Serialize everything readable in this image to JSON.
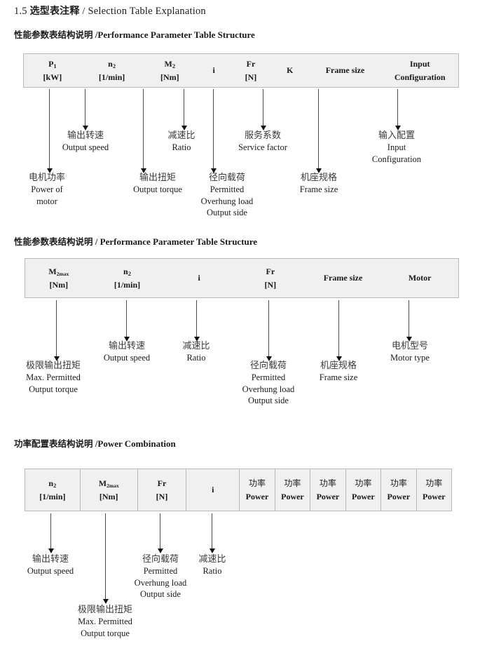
{
  "document": {
    "title_number": "1.5",
    "title_cn": "选型表注释",
    "title_sep": "/",
    "title_en": "Selection Table Explanation"
  },
  "sections": [
    {
      "heading_cn": "性能参数表结构说明",
      "heading_sep": "/",
      "heading_en": "Performance Parameter Table Structure",
      "table": {
        "columns": [
          {
            "sym": "P",
            "sub": "1",
            "unit": "[kW]"
          },
          {
            "sym": "n",
            "sub": "2",
            "unit": "[1/min]"
          },
          {
            "sym": "M",
            "sub": "2",
            "unit": "[Nm]"
          },
          {
            "sym": "i",
            "sub": "",
            "unit": ""
          },
          {
            "sym": "Fr",
            "sub": "",
            "unit": "[N]"
          },
          {
            "sym": "K",
            "sub": "",
            "unit": ""
          },
          {
            "sym": "Frame size",
            "sub": "",
            "unit": ""
          },
          {
            "sym": "Input",
            "sub": "",
            "unit": "Configuration"
          }
        ]
      },
      "annotations": [
        {
          "cn": "电机功率",
          "en": [
            "Power of",
            "motor"
          ]
        },
        {
          "cn": "输出转速",
          "en": [
            "Output speed"
          ]
        },
        {
          "cn": "输出扭矩",
          "en": [
            "Output torque"
          ]
        },
        {
          "cn": "减速比",
          "en": [
            "Ratio"
          ]
        },
        {
          "cn": "径向载荷",
          "en": [
            "Permitted",
            "Overhung load",
            "Output side"
          ]
        },
        {
          "cn": "服务系数",
          "en": [
            "Service factor"
          ]
        },
        {
          "cn": "机座规格",
          "en": [
            "Frame size"
          ]
        },
        {
          "cn": "输入配置",
          "en": [
            "Input",
            "Configuration"
          ]
        }
      ]
    },
    {
      "heading_cn": "性能参数表结构说明",
      "heading_sep": "/",
      "heading_en": "Performance Parameter Table Structure",
      "table": {
        "columns": [
          {
            "sym": "M",
            "sub": "2max",
            "unit": "[Nm]"
          },
          {
            "sym": "n",
            "sub": "2",
            "unit": "[1/min]"
          },
          {
            "sym": "i",
            "sub": "",
            "unit": ""
          },
          {
            "sym": "Fr",
            "sub": "",
            "unit": "[N]"
          },
          {
            "sym": "Frame size",
            "sub": "",
            "unit": ""
          },
          {
            "sym": "Motor",
            "sub": "",
            "unit": ""
          }
        ]
      },
      "annotations": [
        {
          "cn": "极限输出扭矩",
          "en": [
            "Max. Permitted",
            "Output  torque"
          ]
        },
        {
          "cn": "输出转速",
          "en": [
            "Output speed"
          ]
        },
        {
          "cn": "减速比",
          "en": [
            "Ratio"
          ]
        },
        {
          "cn": "径向载荷",
          "en": [
            "Permitted",
            "Overhung load",
            "Output side"
          ]
        },
        {
          "cn": "机座规格",
          "en": [
            "Frame size"
          ]
        },
        {
          "cn": "电机型号",
          "en": [
            "Motor type"
          ]
        }
      ]
    },
    {
      "heading_cn": "功率配置表结构说明",
      "heading_sep": "/",
      "heading_en": "Power Combination",
      "table": {
        "columns": [
          {
            "sym": "n",
            "sub": "2",
            "unit": "[1/min]"
          },
          {
            "sym": "M",
            "sub": "2max",
            "unit": "[Nm]"
          },
          {
            "sym": "Fr",
            "sub": "",
            "unit": "[N]"
          },
          {
            "sym": "i",
            "sub": "",
            "unit": ""
          },
          {
            "cn": "功率",
            "unit": "Power"
          },
          {
            "cn": "功率",
            "unit": "Power"
          },
          {
            "cn": "功率",
            "unit": "Power"
          },
          {
            "cn": "功率",
            "unit": "Power"
          },
          {
            "cn": "功率",
            "unit": "Power"
          },
          {
            "cn": "功率",
            "unit": "Power"
          }
        ]
      },
      "annotations": [
        {
          "cn": "输出转速",
          "en": [
            "Output speed"
          ]
        },
        {
          "cn": "极限输出扭矩",
          "en": [
            "Max. Permitted",
            "Output  torque"
          ]
        },
        {
          "cn": "径向载荷",
          "en": [
            "Permitted",
            "Overhung load",
            "Output side"
          ]
        },
        {
          "cn": "减速比",
          "en": [
            "Ratio"
          ]
        }
      ]
    }
  ]
}
